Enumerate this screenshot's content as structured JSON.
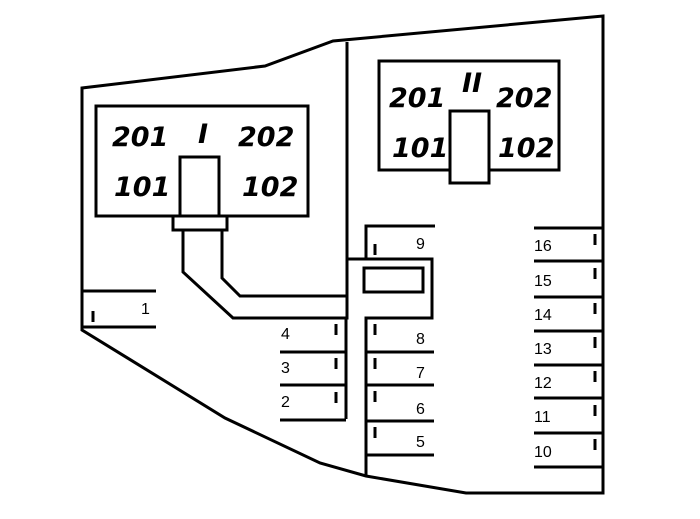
{
  "colors": {
    "line": "#000000",
    "background": "#ffffff"
  },
  "buildings": [
    {
      "name": "I",
      "units": [
        "201",
        "202",
        "101",
        "102"
      ]
    },
    {
      "name": "II",
      "units": [
        "201",
        "202",
        "101",
        "102"
      ]
    }
  ],
  "parking": {
    "left_lone": [
      "1"
    ],
    "middle_left": [
      "4",
      "3",
      "2"
    ],
    "middle_right": [
      "9",
      "8",
      "7",
      "6",
      "5"
    ],
    "right": [
      "16",
      "15",
      "14",
      "13",
      "12",
      "11",
      "10"
    ],
    "marker": "I"
  }
}
